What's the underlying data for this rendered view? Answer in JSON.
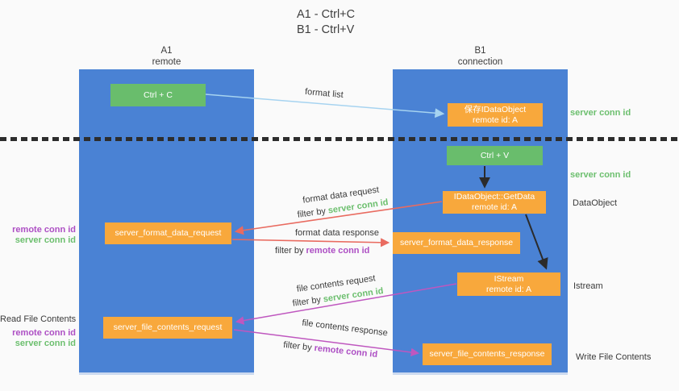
{
  "title": {
    "line1": "A1 - Ctrl+C",
    "line2": "B1 - Ctrl+V"
  },
  "columns": {
    "a1": {
      "title": "A1",
      "subtitle": "remote"
    },
    "b1": {
      "title": "B1",
      "subtitle": "connection"
    }
  },
  "nodes": {
    "ctrl_c": {
      "label": "Ctrl + C"
    },
    "save_idataobject": {
      "line1": "保存IDataObject",
      "line2": "remote id: A"
    },
    "ctrl_v": {
      "label": "Ctrl + V"
    },
    "getdata": {
      "line1": "IDataObject::GetData",
      "line2": "remote id: A"
    },
    "format_request": {
      "label": "server_format_data_request"
    },
    "format_response": {
      "label": "server_format_data_response"
    },
    "istream": {
      "line1": "IStream",
      "line2": "remote id: A"
    },
    "file_request": {
      "label": "server_file_contents_request"
    },
    "file_response": {
      "label": "server_file_contents_response"
    }
  },
  "flow_labels": {
    "format_list": "format list",
    "format_data_request": "format data request",
    "format_data_response": "format data response",
    "file_contents_request": "file contents request",
    "file_contents_response": "file contents response",
    "filter_by": "filter by ",
    "server_conn_id": "server conn id",
    "remote_conn_id": "remote conn id"
  },
  "side_labels": {
    "server_conn_id_top": "server conn id",
    "server_conn_id_mid": "server conn id",
    "dataobject": "DataObject",
    "istream": "Istream",
    "write_file_contents": "Write File Contents",
    "read_file_contents": "Read File Contents",
    "remote_conn_id_1": "remote conn id",
    "server_conn_id_1": "server conn id",
    "remote_conn_id_2": "remote conn id",
    "server_conn_id_2": "server conn id"
  },
  "colors": {
    "column_blue": "#4a82d4",
    "box_green": "#69bd6c",
    "box_orange": "#f8a83c",
    "green_text": "#6cbf6e",
    "purple_text": "#ad4fc4",
    "arrow_red": "#e96b60",
    "arrow_magenta": "#bf57bf",
    "arrow_blue": "#a6d3f0",
    "arrow_black": "#2b2b2b"
  }
}
